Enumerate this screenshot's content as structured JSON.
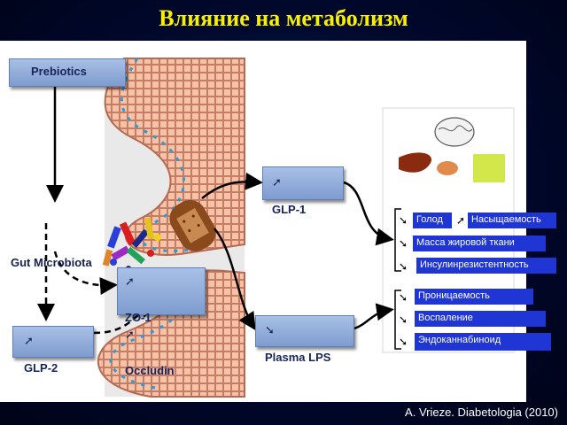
{
  "title": "Влияние на метаболизм",
  "citation": "A. Vrieze. Diabetologia (2010)",
  "boxes": {
    "prebiotics": "Prebiotics",
    "gut_microbiota": "Gut Microbiota",
    "zo1": "ZO-1",
    "occludin": "Occludin",
    "glp2": "GLP-2",
    "glp1": "GLP-1",
    "plasma_lps": "Plasma LPS"
  },
  "effects": {
    "hunger": "Голод",
    "satiety": "Насыщаемость",
    "fat_mass": "Масса жировой ткани",
    "insulin_resistance": "Инсулинрезистентность",
    "permeability": "Проницаемость",
    "inflammation": "Воспаление",
    "endocannabinoid": "Эндоканнабиноид"
  },
  "arrow_symbols": {
    "up": "➚",
    "down": "➘"
  }
}
